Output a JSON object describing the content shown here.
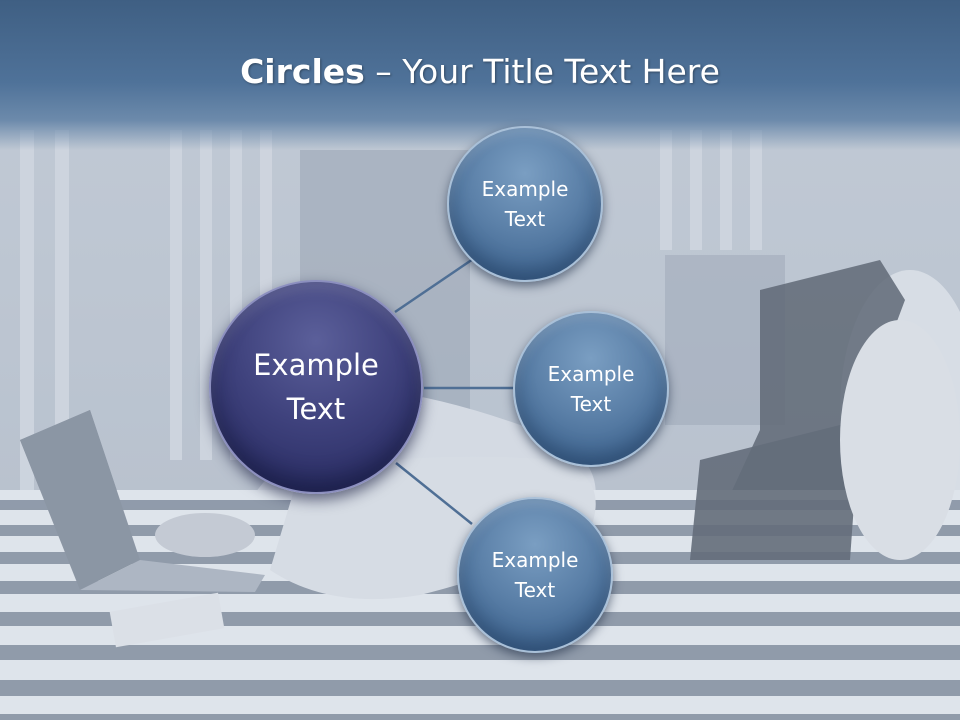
{
  "title": {
    "bold": "Circles",
    "rest": " – Your Title Text Here"
  },
  "diagram": {
    "center": {
      "label": "Example\nText"
    },
    "satellites": [
      {
        "label": "Example\nText"
      },
      {
        "label": "Example\nText"
      },
      {
        "label": "Example\nText"
      }
    ]
  },
  "colors": {
    "title_band": "#4f7299",
    "center_circle": "#2c2f66",
    "satellite_circle": "#4a6f98",
    "connector": "#4f6f95"
  }
}
